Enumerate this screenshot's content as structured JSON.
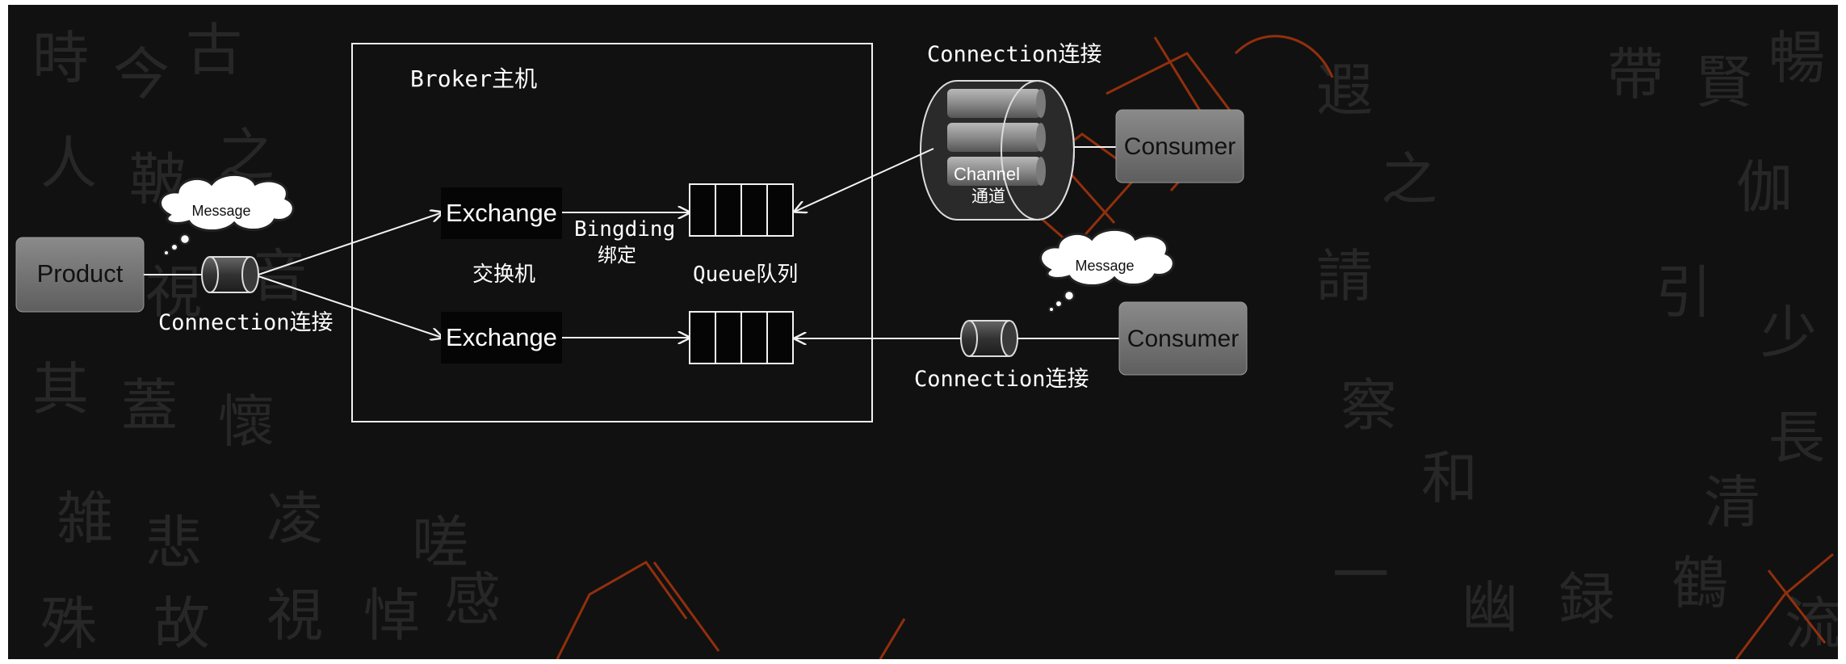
{
  "colors": {
    "background": "#111111",
    "line": "#f2f2f2",
    "box_fill": "#7a7a7a",
    "watermark": "#a0330d"
  },
  "broker": {
    "label": "Broker主机"
  },
  "producer": {
    "label": "Product",
    "message": "Message",
    "connection_label": "Connection连接"
  },
  "exchanges": [
    {
      "label": "Exchange"
    },
    {
      "label": "Exchange"
    }
  ],
  "exchange_caption": "交换机",
  "binding": {
    "label_en": "Bingding",
    "label_zh": "绑定"
  },
  "queue_caption": "Queue队列",
  "consumers": [
    {
      "label": "Consumer",
      "connection_label": "Connection连接",
      "channel_label": "Channel",
      "channel_zh": "通道"
    },
    {
      "label": "Consumer",
      "message": "Message",
      "connection_label": "Connection连接"
    }
  ]
}
